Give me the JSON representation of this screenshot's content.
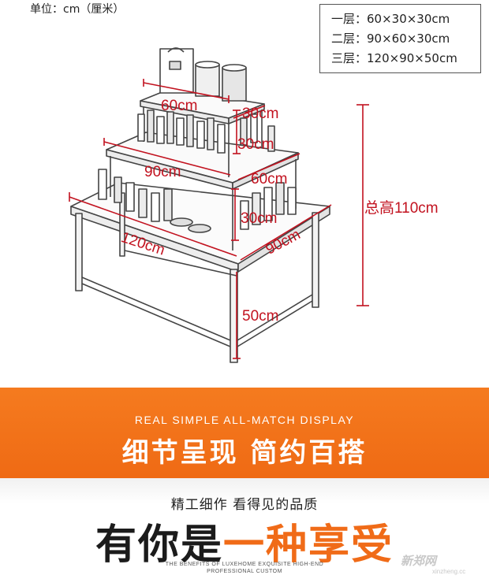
{
  "unit_label": "单位：cm（厘米）",
  "specs": [
    "一层：60×30×30cm",
    "二层：90×60×30cm",
    "三层：120×90×50cm"
  ],
  "dimensions": {
    "top_width": "60cm",
    "top_depth": "30cm",
    "top_height": "30cm",
    "middle_width": "90cm",
    "middle_depth": "60cm",
    "middle_height": "30cm",
    "base_width": "120cm",
    "base_depth": "90cm",
    "leg_height": "50cm",
    "total_height": "总高110cm"
  },
  "banner": {
    "english": "REAL SIMPLE ALL-MATCH DISPLAY",
    "chinese": "细节呈现  简约百搭"
  },
  "footer": {
    "subtitle": "精工细作  看得见的品质",
    "slogan_dark": "有你是",
    "slogan_orange": "一种享受",
    "tagline_line1": "THE BENEFITS OF LUXEHOME EXQUISITE HIGH-END",
    "tagline_line2": "PROFESSIONAL CUSTOM",
    "watermark": "新郑网",
    "watermark_sub": "xinzheng.cc"
  },
  "colors": {
    "dimension_red": "#c2121f",
    "banner_orange": "#f57b1f",
    "slogan_orange": "#f06b18"
  }
}
